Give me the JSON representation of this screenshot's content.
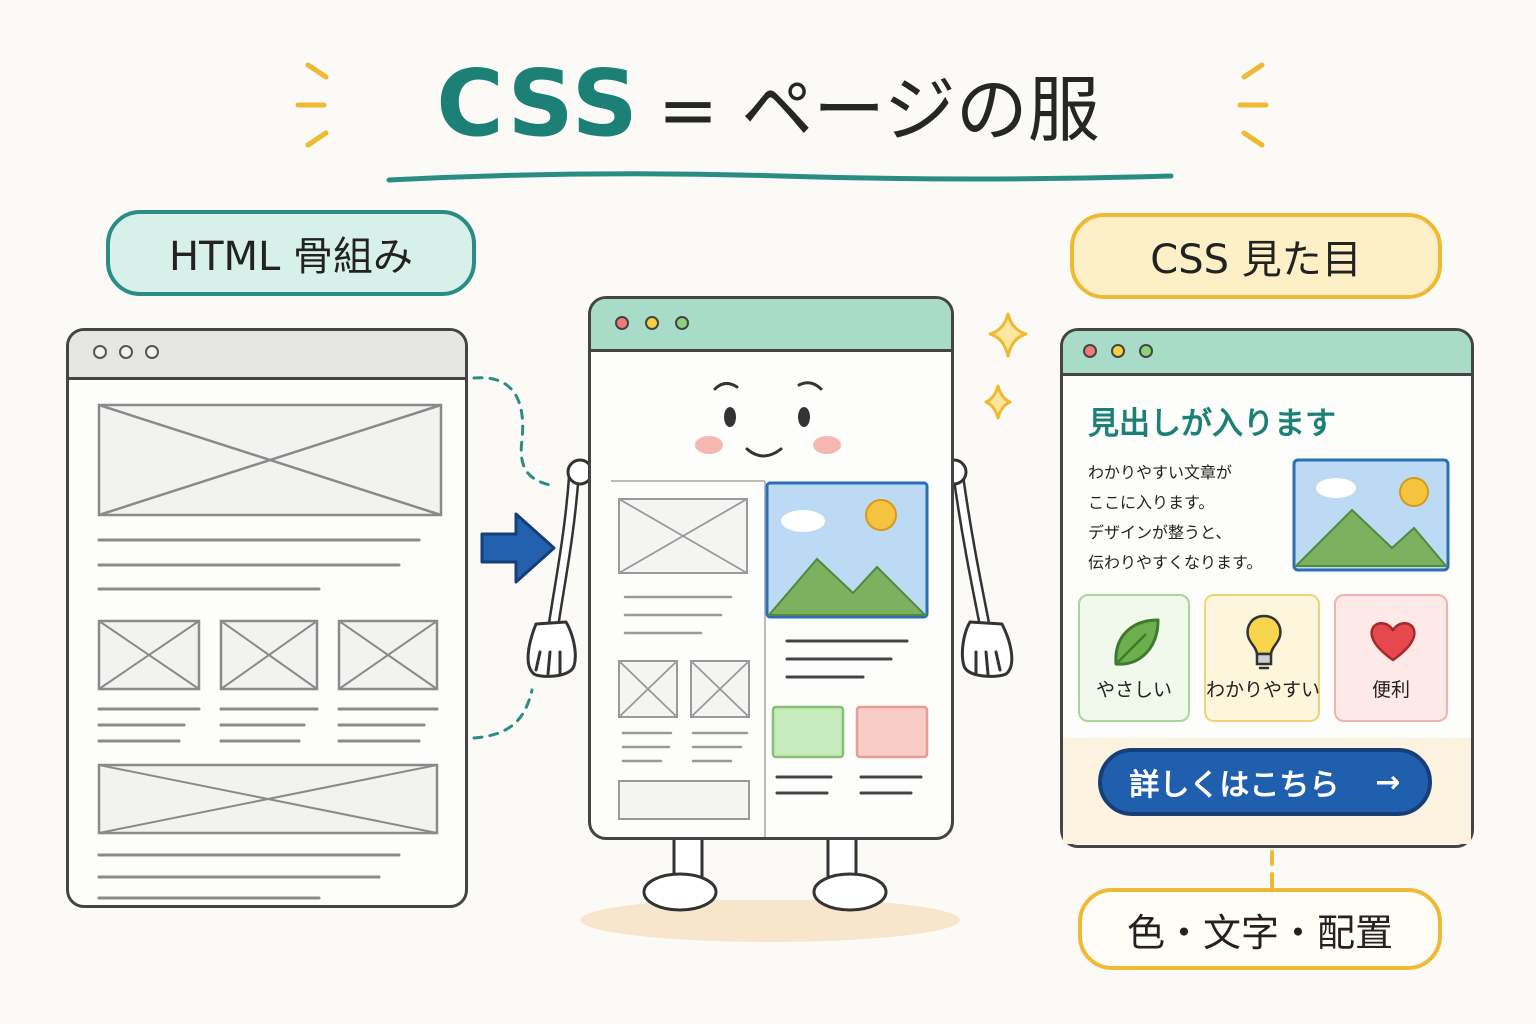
{
  "title": {
    "css": "CSS",
    "rest": "= ページの服"
  },
  "labels": {
    "html_pill": "HTML 骨組み",
    "css_pill": "CSS 見た目",
    "properties_pill": "色・文字・配置"
  },
  "styled_page": {
    "heading": "見出しが入ります",
    "paragraph_lines": [
      "わかりやすい文章が",
      "ここに入ります。",
      "デザインが整うと、",
      "伝わりやすくなります。"
    ],
    "cards": [
      {
        "label": "やさしい",
        "icon": "leaf-icon"
      },
      {
        "label": "わかりやすい",
        "icon": "lightbulb-icon"
      },
      {
        "label": "便利",
        "icon": "heart-icon"
      }
    ],
    "button_label": "詳しくはこちら",
    "button_arrow": "→"
  },
  "colors": {
    "teal": "#1d8077",
    "mint": "#a8dcc8",
    "yellow": "#efb934",
    "blue": "#1f5fae",
    "background": "#fbfaf6"
  }
}
